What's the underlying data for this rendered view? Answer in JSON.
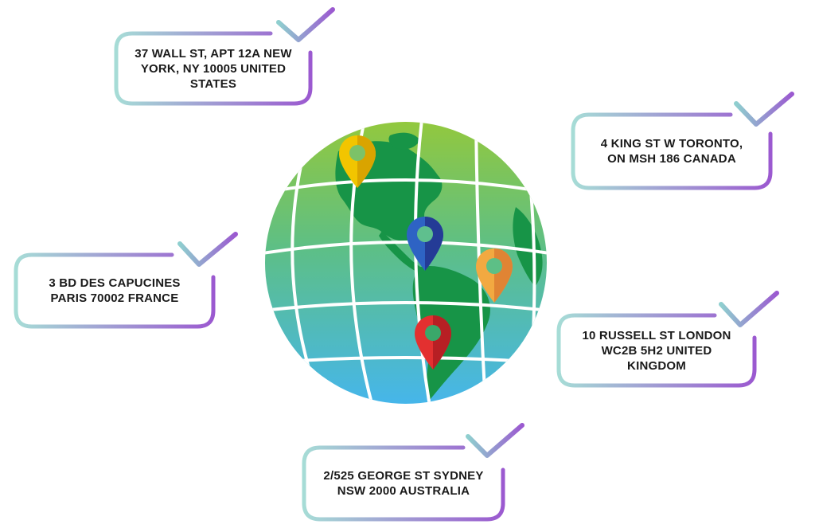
{
  "addresses": [
    {
      "id": "new-york",
      "lines": [
        "37 WALL ST, APT 12A NEW",
        "YORK, NY 10005 UNITED",
        "STATES"
      ]
    },
    {
      "id": "toronto",
      "lines": [
        "4 KING ST W TORONTO,",
        "ON MSH 186 CANADA"
      ]
    },
    {
      "id": "paris",
      "lines": [
        "3 BD DES CAPUCINES",
        "PARIS 70002 FRANCE"
      ]
    },
    {
      "id": "london",
      "lines": [
        "10 RUSSELL ST LONDON",
        "WC2B 5H2 UNITED",
        "KINGDOM"
      ]
    },
    {
      "id": "sydney",
      "lines": [
        "2/525 GEORGE ST SYDNEY",
        "NSW 2000 AUSTRALIA"
      ]
    }
  ],
  "colors": {
    "frame_teal": "#a6dcd6",
    "frame_purple": "#9b59d0",
    "check_teal": "#8fcfcf",
    "check_purple": "#9b59d0",
    "ocean_top": "#8cc63f",
    "ocean_bottom": "#4ab8e8",
    "land": "#179447",
    "grid": "#ffffff",
    "pin_yellow": "#f2c500",
    "pin_blue": "#2b4fb8",
    "pin_orange": "#eea03a",
    "pin_red": "#d42a2a"
  },
  "icons": [
    "checkmark-icon",
    "map-pin-icon",
    "globe-icon"
  ]
}
